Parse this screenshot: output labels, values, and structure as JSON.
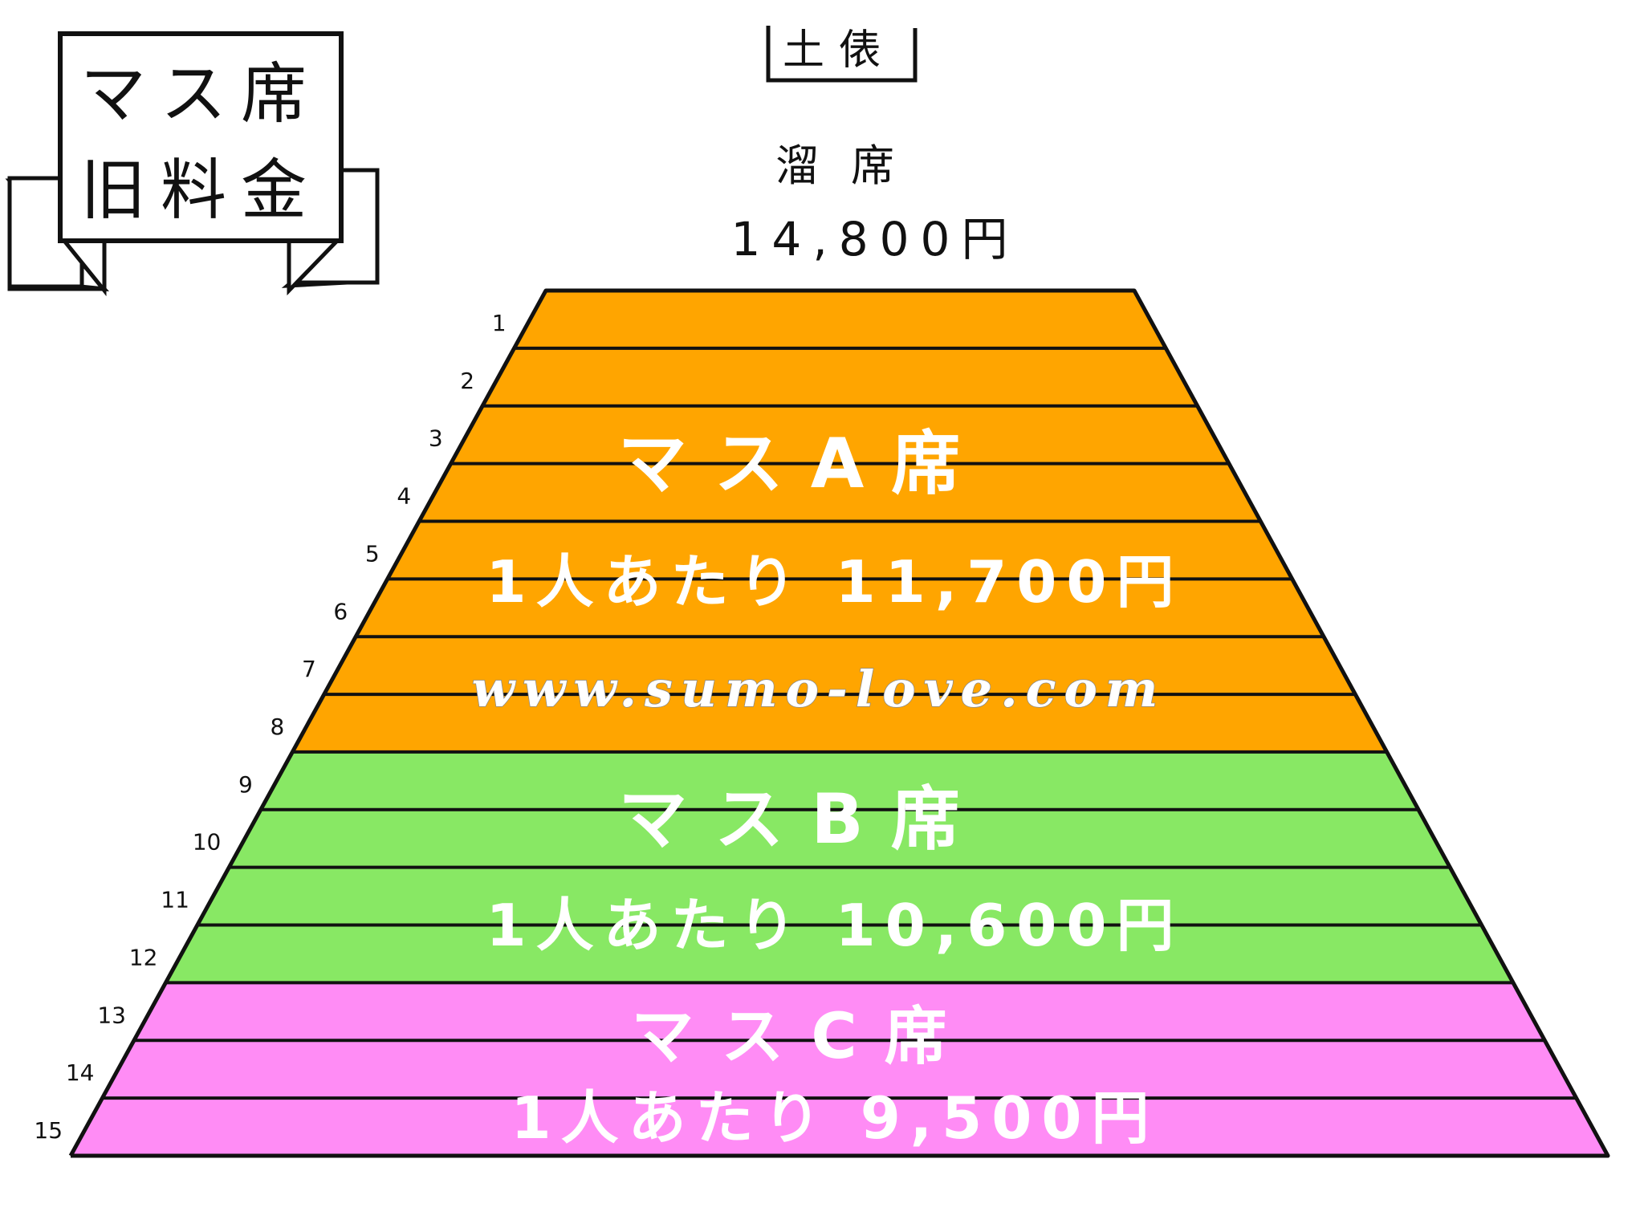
{
  "title_sign": {
    "line1": "マス席",
    "line2": "旧料金"
  },
  "dohyo_label": "土俵",
  "tamari": {
    "label": "溜席",
    "price": "14,800円"
  },
  "zones": [
    {
      "id": "a",
      "name": "マスA席",
      "price_text": "1人あたり 11,700円",
      "color": "#FFA500",
      "rows": [
        1,
        8
      ]
    },
    {
      "id": "b",
      "name": "マスB席",
      "price_text": "1人あたり 10,600円",
      "color": "#88E864",
      "rows": [
        9,
        12
      ]
    },
    {
      "id": "c",
      "name": "マスC席",
      "price_text": "1人あたり 9,500円",
      "color": "#FF8CF5",
      "rows": [
        13,
        15
      ]
    }
  ],
  "row_numbers": [
    "1",
    "2",
    "3",
    "4",
    "5",
    "6",
    "7",
    "8",
    "9",
    "10",
    "11",
    "12",
    "13",
    "14",
    "15"
  ],
  "watermark": "www.sumo-love.com",
  "colors": {
    "line": "#111111",
    "text_white": "#FFFFFF"
  }
}
